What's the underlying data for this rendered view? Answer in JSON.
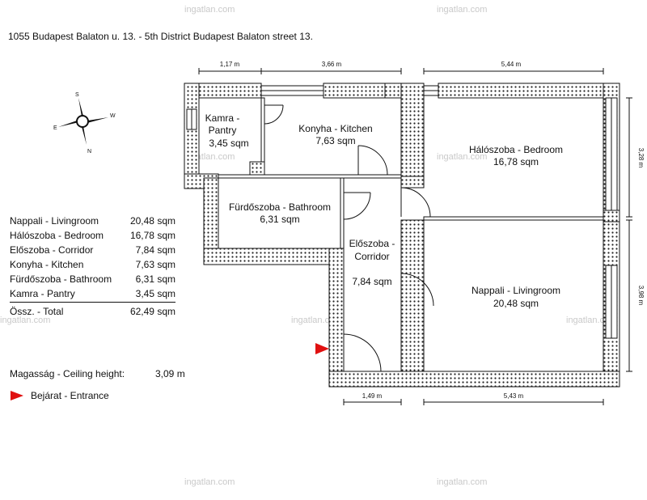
{
  "header": {
    "title": "1055 Budapest Balaton u. 13.  -  5th District Budapest Balaton street 13."
  },
  "legend": {
    "rows": [
      {
        "room": "Nappali - Livingroom",
        "area": "20,48 sqm"
      },
      {
        "room": "Hálószoba - Bedroom",
        "area": "16,78 sqm"
      },
      {
        "room": "Előszoba - Corridor",
        "area": "7,84 sqm"
      },
      {
        "room": "Konyha - Kitchen",
        "area": "7,63 sqm"
      },
      {
        "room": "Fürdőszoba - Bathroom",
        "area": "6,31 sqm"
      },
      {
        "room": "Kamra - Pantry",
        "area": "3,45 sqm"
      }
    ],
    "total_label": "Össz. - Total",
    "total_area": "62,49 sqm"
  },
  "ceiling": {
    "label": "Magasság - Ceiling height:",
    "value": "3,09 m"
  },
  "entrance": {
    "label": "Bejárat - Entrance",
    "color": "#e01010"
  },
  "compass": {
    "s": "S",
    "w": "W",
    "e": "E",
    "n": "N"
  },
  "rooms": {
    "pantry": {
      "line1": "Kamra -",
      "line2": "Pantry",
      "area": "3,45 sqm"
    },
    "kitchen": {
      "line1": "Konyha - Kitchen",
      "area": "7,63 sqm"
    },
    "bedroom": {
      "line1": "Hálószoba - Bedroom",
      "area": "16,78 sqm"
    },
    "bathroom": {
      "line1": "Fürdőszoba - Bathroom",
      "area": "6,31 sqm"
    },
    "corridor": {
      "line1": "Előszoba -",
      "line2": "Corridor",
      "area": "7,84 sqm"
    },
    "livingroom": {
      "line1": "Nappali - Livingroom",
      "area": "20,48 sqm"
    }
  },
  "dimensions": {
    "top_a": "1,17 m",
    "top_b": "3,66 m",
    "top_c": "5,44 m",
    "right_a": "3,28 m",
    "right_b": "3,98 m",
    "bottom_a": "1,49 m",
    "bottom_b": "5,43 m"
  },
  "watermark": "ingatlan.com",
  "colors": {
    "wall_fill": "#ffffff",
    "wall_dots": "#222222",
    "line": "#111111"
  }
}
